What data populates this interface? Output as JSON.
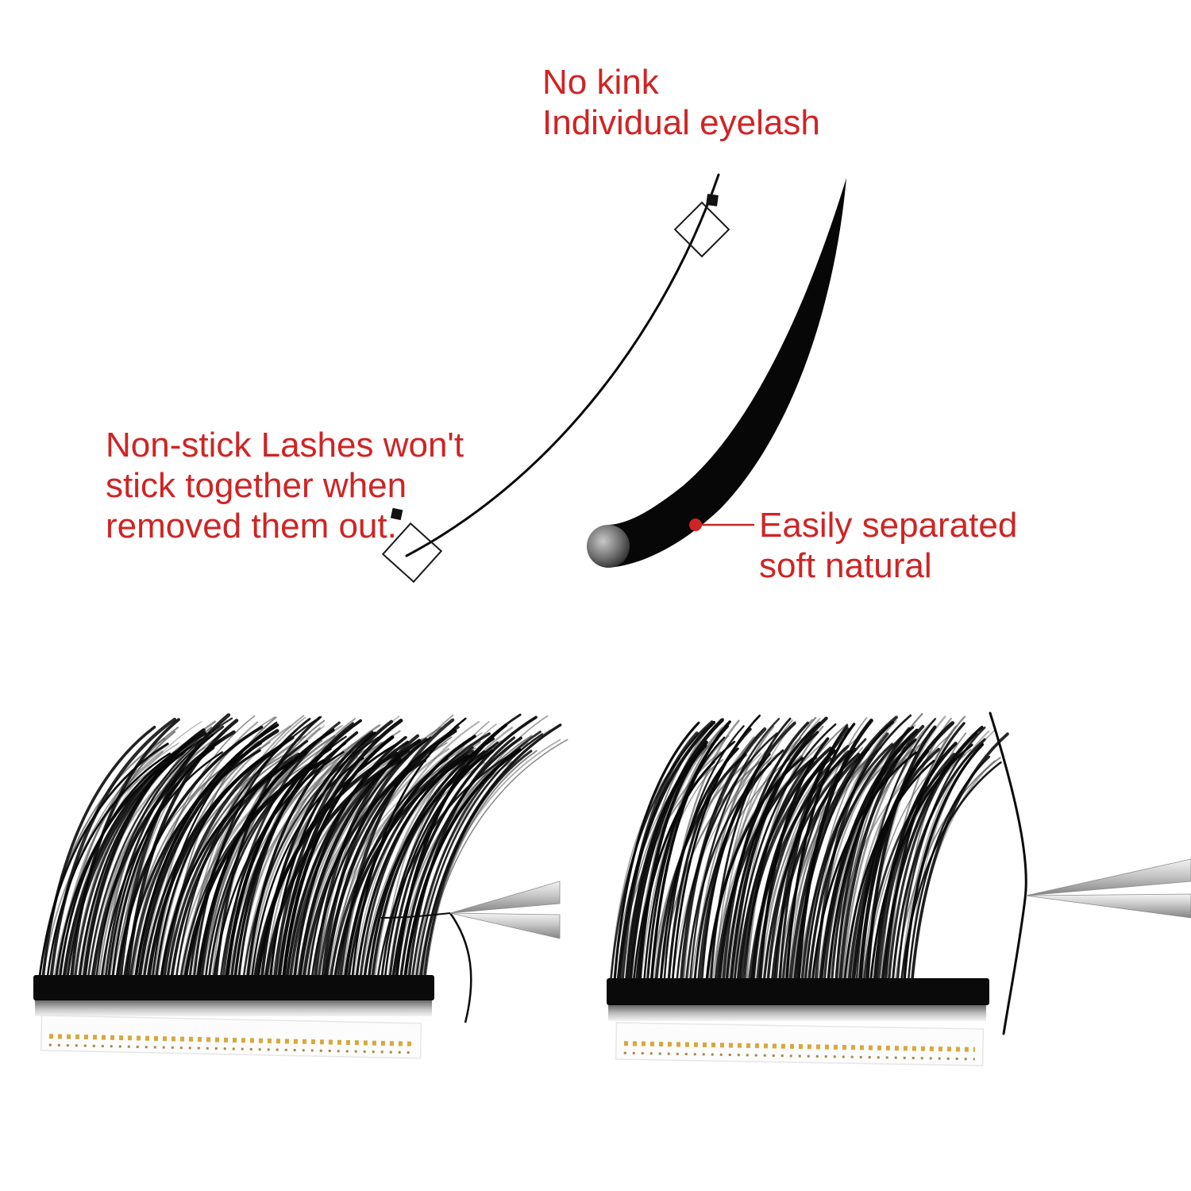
{
  "annotations": {
    "no_kink": {
      "line1": "No kink",
      "line2": "Individual eyelash"
    },
    "non_stick": {
      "line1": "Non-stick Lashes won't",
      "line2": "stick together when",
      "line3": "removed them out."
    },
    "easily_separated": {
      "line1": "Easily separated",
      "line2": "soft natural"
    }
  },
  "colors": {
    "annotation_red": "#cf2424",
    "lash_black": "#070707",
    "tape_gold": "#d8a83e",
    "tape_gold_dark": "#8f6b22",
    "steel_gray": "#b5b5b5"
  }
}
